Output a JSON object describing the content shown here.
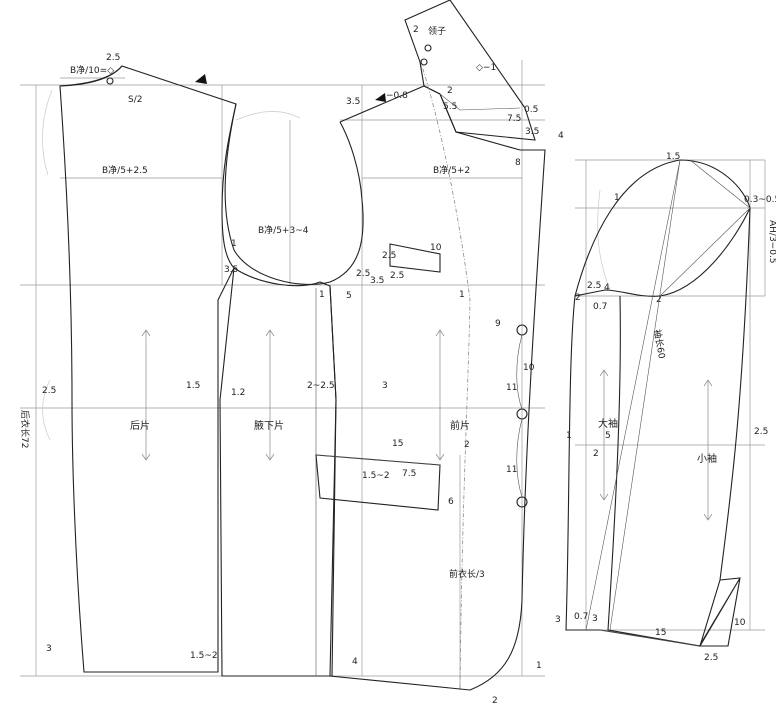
{
  "labels": {
    "back_width_neck": "B净/10=◇",
    "shoulder_dart": "2.5",
    "s_half": "S/2",
    "back_chest": "B净/5+2.5",
    "armhole_depth": "B净/5+3~4",
    "front_chest": "B净/5+2",
    "collar_label": "领子",
    "collar_2": "2",
    "collar_diamond": "◇−1",
    "collar_08": "−0.8",
    "collar_35": "3.5",
    "collar_55": "5.5",
    "collar_2b": "2",
    "collar_05": "0.5",
    "collar_75": "7.5",
    "collar_35b": "3.5",
    "lapel_4": "4",
    "lapel_8": "8",
    "armhole_1": "1",
    "armhole_35": "3.5",
    "pocket_10": "10",
    "pocket_25a": "2.5",
    "pocket_25b": "2.5",
    "pocket_25c": "2.5",
    "pocket_35": "3.5",
    "side_1a": "1",
    "side_5": "5",
    "front_1": "1",
    "button_9": "9",
    "button_10": "10",
    "button_11a": "11",
    "button_11b": "11",
    "back_25": "2.5",
    "back_15": "1.5",
    "back_12": "1.2",
    "side_2_25": "2~2.5",
    "side_3": "3",
    "back_panel": "后片",
    "side_panel": "腋下片",
    "front_panel": "前片",
    "back_length": "后衣长72",
    "hip_pocket_15": "15",
    "hip_pocket_2": "2",
    "hip_pocket_15_2": "1.5~2",
    "hip_pocket_75": "7.5",
    "hip_pocket_6": "6",
    "front_length_third": "前衣长/3",
    "hem_3": "3",
    "hem_15_2": "1.5~2",
    "hem_4": "4",
    "hem_1": "1",
    "hem_2": "2",
    "sleeve_15": "1.5",
    "sleeve_1a": "1",
    "sleeve_03_05": "0.3~0.5",
    "sleeve_ah": "AH/3−0.5",
    "sleeve_25": "2.5",
    "sleeve_4": "4",
    "sleeve_2a": "2",
    "sleeve_07a": "0.7",
    "sleeve_2b": "2",
    "sleeve_length": "袖长60",
    "big_sleeve": "大袖",
    "sleeve_5": "5",
    "sleeve_1b": "1",
    "sleeve_2c": "2",
    "small_sleeve": "小袖",
    "sleeve_25b": "2.5",
    "sleeve_3a": "3",
    "sleeve_07b": "0.7",
    "sleeve_3b": "3",
    "sleeve_15b": "15",
    "sleeve_10": "10",
    "sleeve_25c": "2.5"
  }
}
